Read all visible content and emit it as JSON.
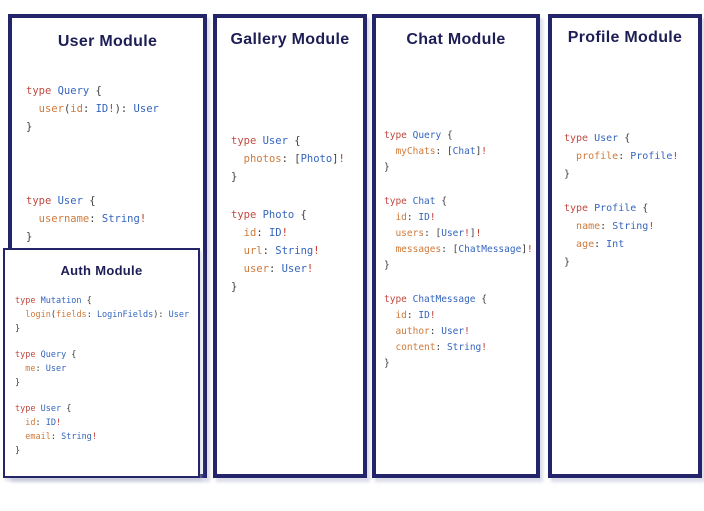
{
  "theme": {
    "border_color": "#24246a",
    "title_color": "#1e1e56",
    "token_colors": {
      "k": "#c04a42",
      "t": "#3565bd",
      "f": "#cf7a3b",
      "b": "#c0392b",
      "p": "#3d3d3d"
    }
  },
  "panels": [
    {
      "key": "user",
      "title": "User Module",
      "blocks": [
        [
          [
            [
              "type ",
              "k"
            ],
            [
              "Query",
              "t"
            ],
            [
              " {",
              "p"
            ]
          ],
          [
            [
              "  ",
              "p"
            ],
            [
              "user",
              "f"
            ],
            [
              "(",
              "p"
            ],
            [
              "id",
              "f"
            ],
            [
              ": ",
              "p"
            ],
            [
              "ID",
              "t"
            ],
            [
              "!",
              "b"
            ],
            [
              "): ",
              "p"
            ],
            [
              "User",
              "t"
            ]
          ],
          [
            [
              "}",
              "p"
            ]
          ]
        ],
        [
          [
            [
              "type ",
              "k"
            ],
            [
              "User",
              "t"
            ],
            [
              " {",
              "p"
            ]
          ],
          [
            [
              "  ",
              "p"
            ],
            [
              "username",
              "f"
            ],
            [
              ": ",
              "p"
            ],
            [
              "String",
              "t"
            ],
            [
              "!",
              "b"
            ]
          ],
          [
            [
              "}",
              "p"
            ]
          ]
        ]
      ]
    },
    {
      "key": "auth",
      "title": "Auth Module",
      "blocks": [
        [
          [
            [
              "type ",
              "k"
            ],
            [
              "Mutation",
              "t"
            ],
            [
              " {",
              "p"
            ]
          ],
          [
            [
              "  ",
              "p"
            ],
            [
              "login",
              "f"
            ],
            [
              "(",
              "p"
            ],
            [
              "fields",
              "f"
            ],
            [
              ": ",
              "p"
            ],
            [
              "LoginFields",
              "t"
            ],
            [
              "): ",
              "p"
            ],
            [
              "User",
              "t"
            ]
          ],
          [
            [
              "}",
              "p"
            ]
          ]
        ],
        [
          [
            [
              "type ",
              "k"
            ],
            [
              "Query",
              "t"
            ],
            [
              " {",
              "p"
            ]
          ],
          [
            [
              "  ",
              "p"
            ],
            [
              "me",
              "f"
            ],
            [
              ": ",
              "p"
            ],
            [
              "User",
              "t"
            ]
          ],
          [
            [
              "}",
              "p"
            ]
          ]
        ],
        [
          [
            [
              "type ",
              "k"
            ],
            [
              "User",
              "t"
            ],
            [
              " {",
              "p"
            ]
          ],
          [
            [
              "  ",
              "p"
            ],
            [
              "id",
              "f"
            ],
            [
              ": ",
              "p"
            ],
            [
              "ID",
              "t"
            ],
            [
              "!",
              "b"
            ]
          ],
          [
            [
              "  ",
              "p"
            ],
            [
              "email",
              "f"
            ],
            [
              ": ",
              "p"
            ],
            [
              "String",
              "t"
            ],
            [
              "!",
              "b"
            ]
          ],
          [
            [
              "}",
              "p"
            ]
          ]
        ]
      ]
    },
    {
      "key": "gallery",
      "title": "Gallery Module",
      "blocks": [
        [
          [
            [
              "type ",
              "k"
            ],
            [
              "User",
              "t"
            ],
            [
              " {",
              "p"
            ]
          ],
          [
            [
              "  ",
              "p"
            ],
            [
              "photos",
              "f"
            ],
            [
              ": [",
              "p"
            ],
            [
              "Photo",
              "t"
            ],
            [
              "]",
              "p"
            ],
            [
              "!",
              "b"
            ]
          ],
          [
            [
              "}",
              "p"
            ]
          ]
        ],
        [
          [
            [
              "type ",
              "k"
            ],
            [
              "Photo",
              "t"
            ],
            [
              " {",
              "p"
            ]
          ],
          [
            [
              "  ",
              "p"
            ],
            [
              "id",
              "f"
            ],
            [
              ": ",
              "p"
            ],
            [
              "ID",
              "t"
            ],
            [
              "!",
              "b"
            ]
          ],
          [
            [
              "  ",
              "p"
            ],
            [
              "url",
              "f"
            ],
            [
              ": ",
              "p"
            ],
            [
              "String",
              "t"
            ],
            [
              "!",
              "b"
            ]
          ],
          [
            [
              "  ",
              "p"
            ],
            [
              "user",
              "f"
            ],
            [
              ": ",
              "p"
            ],
            [
              "User",
              "t"
            ],
            [
              "!",
              "b"
            ]
          ],
          [
            [
              "}",
              "p"
            ]
          ]
        ]
      ]
    },
    {
      "key": "chat",
      "title": "Chat Module",
      "blocks": [
        [
          [
            [
              "type ",
              "k"
            ],
            [
              "Query",
              "t"
            ],
            [
              " {",
              "p"
            ]
          ],
          [
            [
              "  ",
              "p"
            ],
            [
              "myChats",
              "f"
            ],
            [
              ": [",
              "p"
            ],
            [
              "Chat",
              "t"
            ],
            [
              "]",
              "p"
            ],
            [
              "!",
              "b"
            ]
          ],
          [
            [
              "}",
              "p"
            ]
          ]
        ],
        [
          [
            [
              "type ",
              "k"
            ],
            [
              "Chat",
              "t"
            ],
            [
              " {",
              "p"
            ]
          ],
          [
            [
              "  ",
              "p"
            ],
            [
              "id",
              "f"
            ],
            [
              ": ",
              "p"
            ],
            [
              "ID",
              "t"
            ],
            [
              "!",
              "b"
            ]
          ],
          [
            [
              "  ",
              "p"
            ],
            [
              "users",
              "f"
            ],
            [
              ": [",
              "p"
            ],
            [
              "User",
              "t"
            ],
            [
              "!",
              "b"
            ],
            [
              "]",
              "p"
            ],
            [
              "!",
              "b"
            ]
          ],
          [
            [
              "  ",
              "p"
            ],
            [
              "messages",
              "f"
            ],
            [
              ": [",
              "p"
            ],
            [
              "ChatMessage",
              "t"
            ],
            [
              "]",
              "p"
            ],
            [
              "!",
              "b"
            ]
          ],
          [
            [
              "}",
              "p"
            ]
          ]
        ],
        [
          [
            [
              "type ",
              "k"
            ],
            [
              "ChatMessage",
              "t"
            ],
            [
              " {",
              "p"
            ]
          ],
          [
            [
              "  ",
              "p"
            ],
            [
              "id",
              "f"
            ],
            [
              ": ",
              "p"
            ],
            [
              "ID",
              "t"
            ],
            [
              "!",
              "b"
            ]
          ],
          [
            [
              "  ",
              "p"
            ],
            [
              "author",
              "f"
            ],
            [
              ": ",
              "p"
            ],
            [
              "User",
              "t"
            ],
            [
              "!",
              "b"
            ]
          ],
          [
            [
              "  ",
              "p"
            ],
            [
              "content",
              "f"
            ],
            [
              ": ",
              "p"
            ],
            [
              "String",
              "t"
            ],
            [
              "!",
              "b"
            ]
          ],
          [
            [
              "}",
              "p"
            ]
          ]
        ]
      ]
    },
    {
      "key": "profile",
      "title": "Profile Module",
      "blocks": [
        [
          [
            [
              "type ",
              "k"
            ],
            [
              "User",
              "t"
            ],
            [
              " {",
              "p"
            ]
          ],
          [
            [
              "  ",
              "p"
            ],
            [
              "profile",
              "f"
            ],
            [
              ": ",
              "p"
            ],
            [
              "Profile",
              "t"
            ],
            [
              "!",
              "b"
            ]
          ],
          [
            [
              "}",
              "p"
            ]
          ]
        ],
        [
          [
            [
              "type ",
              "k"
            ],
            [
              "Profile",
              "t"
            ],
            [
              " {",
              "p"
            ]
          ],
          [
            [
              "  ",
              "p"
            ],
            [
              "name",
              "f"
            ],
            [
              ": ",
              "p"
            ],
            [
              "String",
              "t"
            ],
            [
              "!",
              "b"
            ]
          ],
          [
            [
              "  ",
              "p"
            ],
            [
              "age",
              "f"
            ],
            [
              ": ",
              "p"
            ],
            [
              "Int",
              "t"
            ]
          ],
          [
            [
              "}",
              "p"
            ]
          ]
        ]
      ]
    }
  ]
}
